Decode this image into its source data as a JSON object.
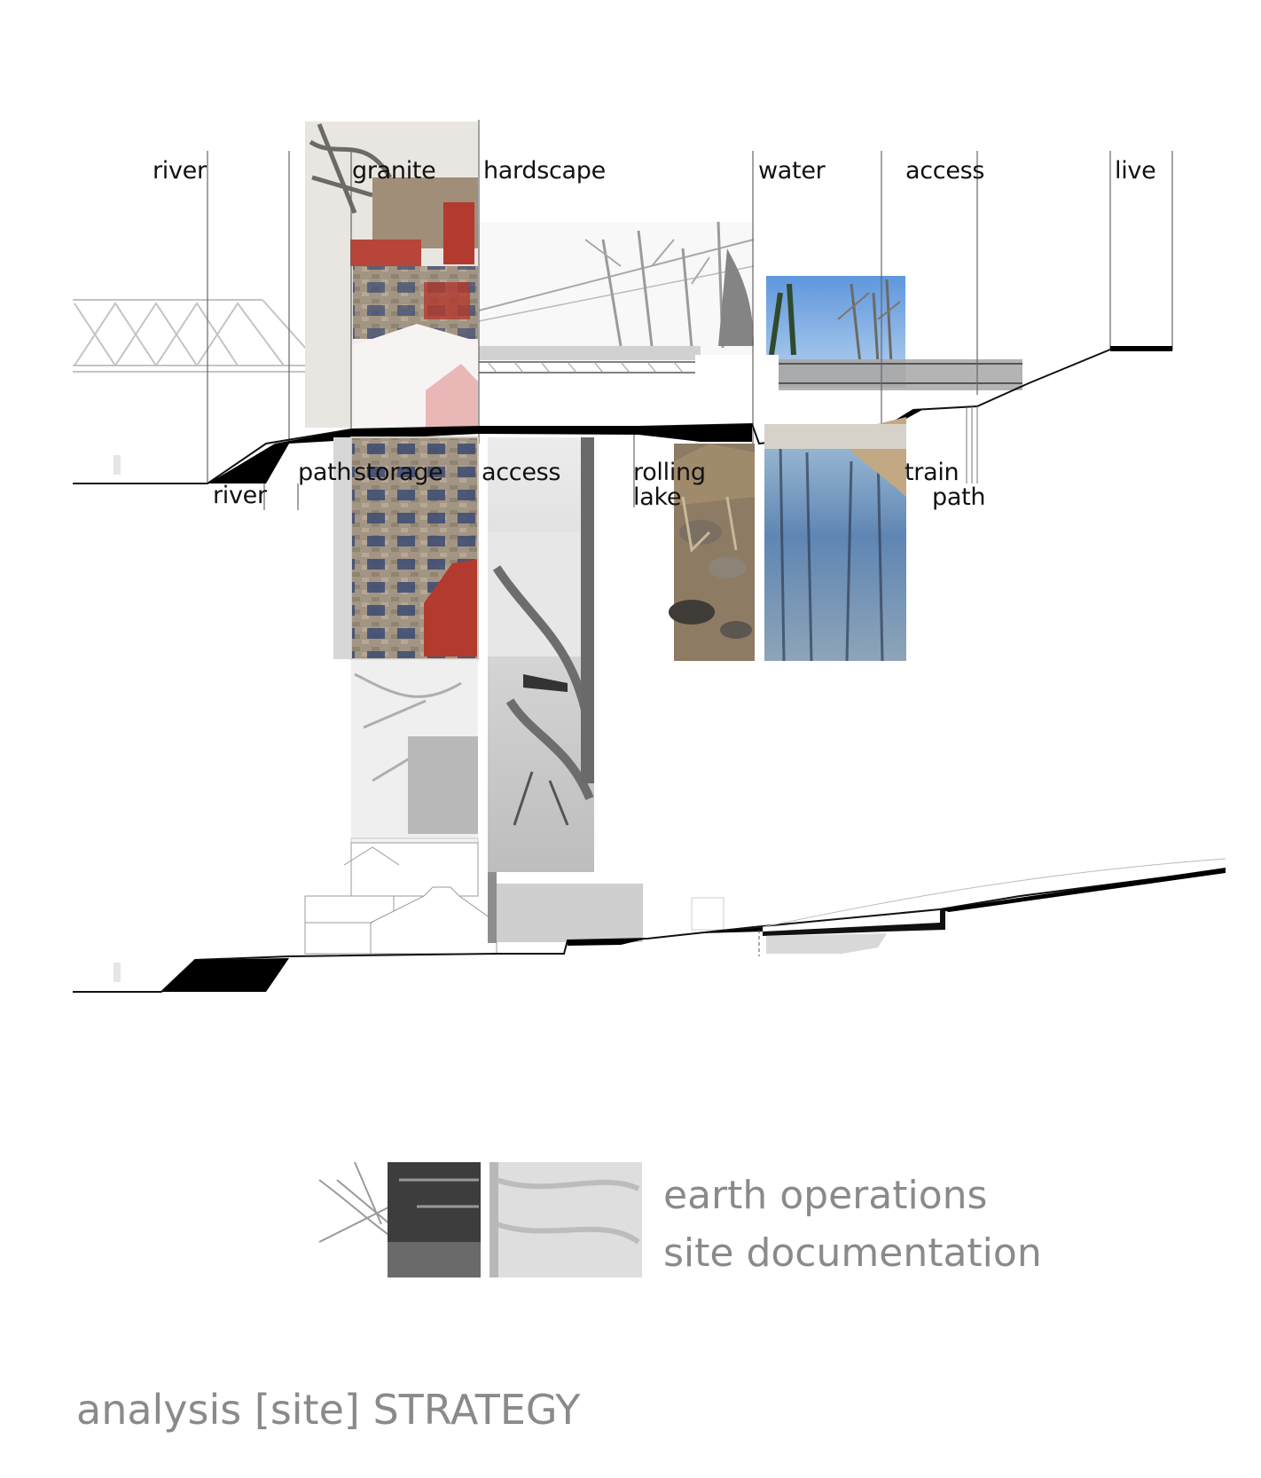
{
  "section_top_labels": {
    "river": "river",
    "granite": "granite",
    "hardscape": "hardscape",
    "water": "water",
    "access": "access",
    "live": "live"
  },
  "section_bottom_labels": {
    "river": "river",
    "path": "path",
    "storage": "storage",
    "access": "access",
    "rolling": "rolling",
    "lake": "lake",
    "train": "train",
    "path2": "path"
  },
  "legend": {
    "line1": "earth operations",
    "line2": "site documentation"
  },
  "footer": {
    "title": "analysis [site] STRATEGY"
  },
  "colors": {
    "text_dark": "#111111",
    "text_gray": "#8a8a8a",
    "brick_red": "#b23a2e",
    "sky_blue": "#6f9ed8"
  }
}
